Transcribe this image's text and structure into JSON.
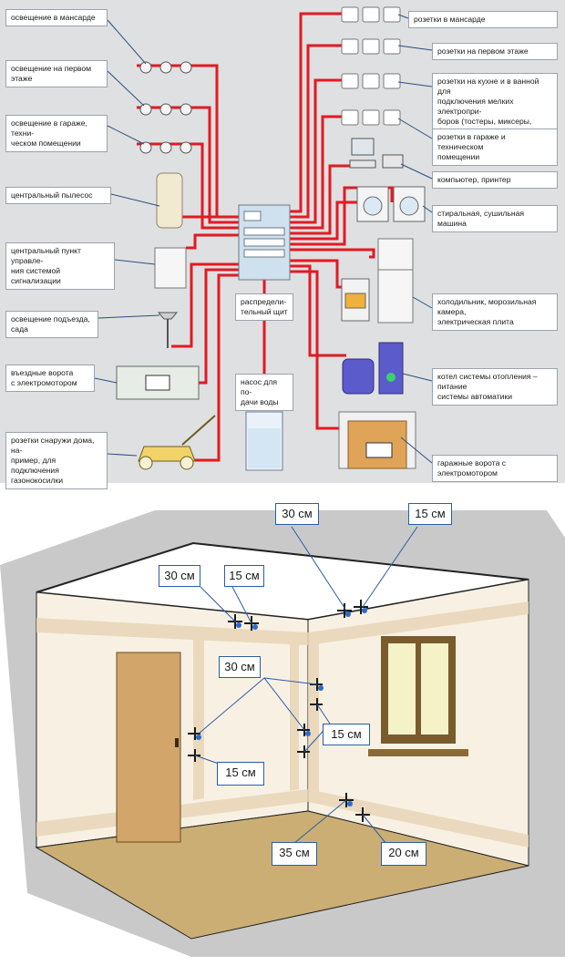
{
  "colors": {
    "wire": "#e21a22",
    "label_border": "#9aa3ad",
    "panel_bg": "#dfe0e2",
    "measure_border": "#2a5da8",
    "marker": "#2b6bd1"
  },
  "top_panel": {
    "left_labels": [
      {
        "key": "attic_lighting",
        "text": "освещение в мансарде"
      },
      {
        "key": "first_floor_lighting",
        "text": "освещение на первом этаже"
      },
      {
        "key": "garage_lighting",
        "text": "освещение в гараже, техни-\nческом помещении"
      },
      {
        "key": "central_vacuum",
        "text": "центральный пылесос"
      },
      {
        "key": "alarm_control",
        "text": "центральный пункт управле-\nния системой сигнализации"
      },
      {
        "key": "porch_lighting",
        "text": "освещение подъезда, сада"
      },
      {
        "key": "entry_gate",
        "text": "въездные ворота\nс электромотором"
      },
      {
        "key": "outdoor_sockets",
        "text": "розетки снаружи дома, на-\nпример, для подключения\nгазонокосилки"
      }
    ],
    "right_labels": [
      {
        "key": "attic_sockets",
        "text": "розетки в мансарде"
      },
      {
        "key": "first_floor_sockets",
        "text": "розетки на первом этаже"
      },
      {
        "key": "kitchen_bath_sockets",
        "text": "розетки на кухне и в ванной для\nподключения мелких электропри-\nборов (тостеры, миксеры, фены)"
      },
      {
        "key": "garage_sockets",
        "text": "розетки в гараже и техническом\nпомещении"
      },
      {
        "key": "computer",
        "text": "компьютер, принтер"
      },
      {
        "key": "washer_dryer",
        "text": "стиральная, сушильная машина"
      },
      {
        "key": "fridge",
        "text": "холодильник, морозильная камера,\nэлектрическая плита"
      },
      {
        "key": "boiler",
        "text": "котел системы отопления – питание\nсистемы автоматики"
      },
      {
        "key": "garage_door",
        "text": "гаражные ворота с электромотором"
      }
    ],
    "center_labels": [
      {
        "key": "distribution_board",
        "text": "распредели-\nтельный щит"
      },
      {
        "key": "water_pump",
        "text": "насос для по-\nдачи воды"
      }
    ]
  },
  "bottom_panel": {
    "measurements": [
      {
        "key": "ceiling_top_30",
        "text": "30 см"
      },
      {
        "key": "ceiling_top_15",
        "text": "15 см"
      },
      {
        "key": "ceiling_left_30",
        "text": "30 см"
      },
      {
        "key": "ceiling_left_15",
        "text": "15 см"
      },
      {
        "key": "middle_30",
        "text": "30 см"
      },
      {
        "key": "middle_15",
        "text": "15 см"
      },
      {
        "key": "door_15",
        "text": "15 см"
      },
      {
        "key": "floor_35",
        "text": "35 см"
      },
      {
        "key": "floor_20",
        "text": "20 см"
      }
    ]
  }
}
